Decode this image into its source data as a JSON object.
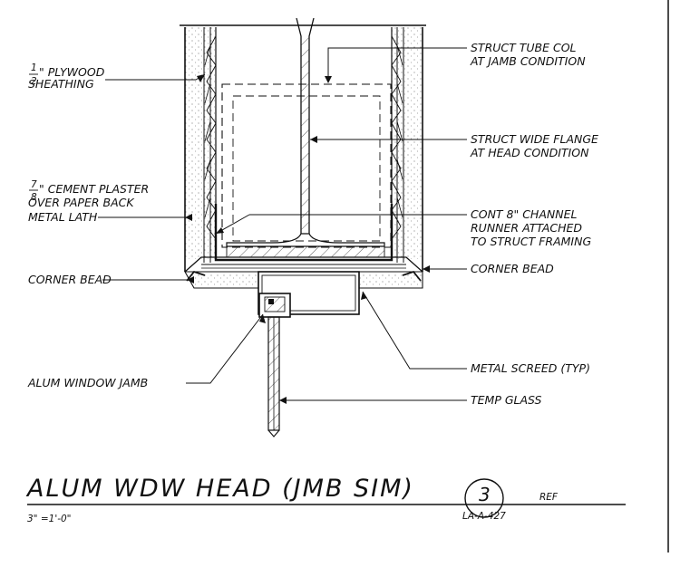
{
  "callouts": {
    "plywood_line1": "\" PLYWOOD",
    "plywood_line2": "SHEATHING",
    "plywood_frac_num": "1",
    "plywood_frac_den": "2",
    "plaster_line1": "\" CEMENT PLASTER",
    "plaster_line2": "OVER PAPER BACK",
    "plaster_line3": "METAL LATH",
    "plaster_frac_num": "7",
    "plaster_frac_den": "8",
    "corner_bead_left": "CORNER BEAD",
    "corner_bead_right": "CORNER BEAD",
    "tube_col_line1": "STRUCT TUBE COL",
    "tube_col_line2": "AT JAMB CONDITION",
    "wide_flange_line1": "STRUCT WIDE FLANGE",
    "wide_flange_line2": "AT HEAD CONDITION",
    "channel_line1": "CONT 8\" CHANNEL",
    "channel_line2": "RUNNER ATTACHED",
    "channel_line3": "TO STRUCT FRAMING",
    "window_jamb": "ALUM WINDOW JAMB",
    "metal_screed": "METAL SCREED (TYP)",
    "temp_glass": "TEMP GLASS"
  },
  "title_block": {
    "title": "ALUM WDW HEAD (JMB SIM)",
    "scale": "3\" =1'-0\"",
    "detail_number": "3",
    "sheet_ref": "LA-A-427",
    "ref_label": "REF"
  }
}
